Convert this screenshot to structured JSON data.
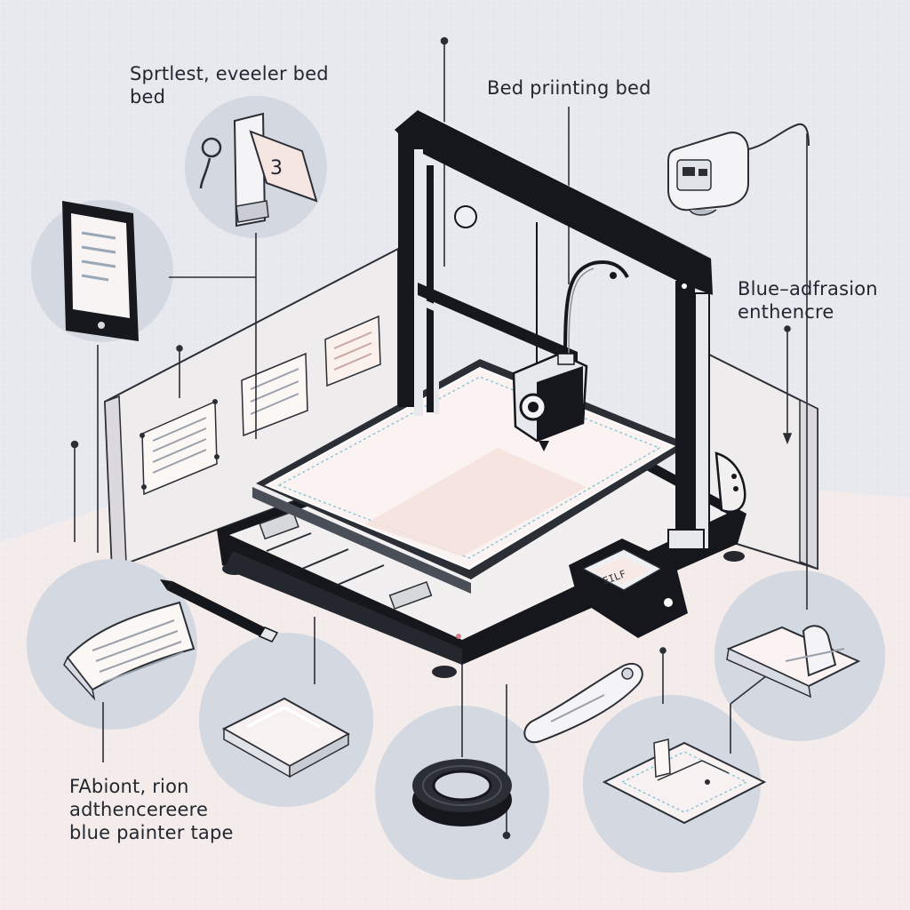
{
  "labels": {
    "top_left": [
      "Sprtlest, eveeler bed",
      "bed"
    ],
    "top_center": "Bed priinting bed",
    "right": [
      "Blue–adfrasion",
      "enthencre"
    ],
    "bottom_left": [
      "FAbiont, rion",
      "adthencereere",
      "blue painter tape"
    ]
  },
  "lettering": {
    "leveling_card_number": "3",
    "printer_display": "EILF"
  },
  "colors": {
    "background": "#e7e9ef",
    "floor": "#f4ecea",
    "circle": "#d3d8e1",
    "frame": "#15171c",
    "wall": "#eae7ec",
    "bed_surface": "#fbf3f1",
    "accent_blue": "#8fc6d8",
    "line": "#2b2e35"
  },
  "icons": [
    "tablet-icon",
    "leveling-card-icon",
    "camera-sensor-icon",
    "open-book-icon",
    "glass-plate-icon",
    "tape-roll-icon",
    "spatula-icon",
    "tape-applicator-icon",
    "build-plate-corner-icon",
    "pencil-icon"
  ]
}
